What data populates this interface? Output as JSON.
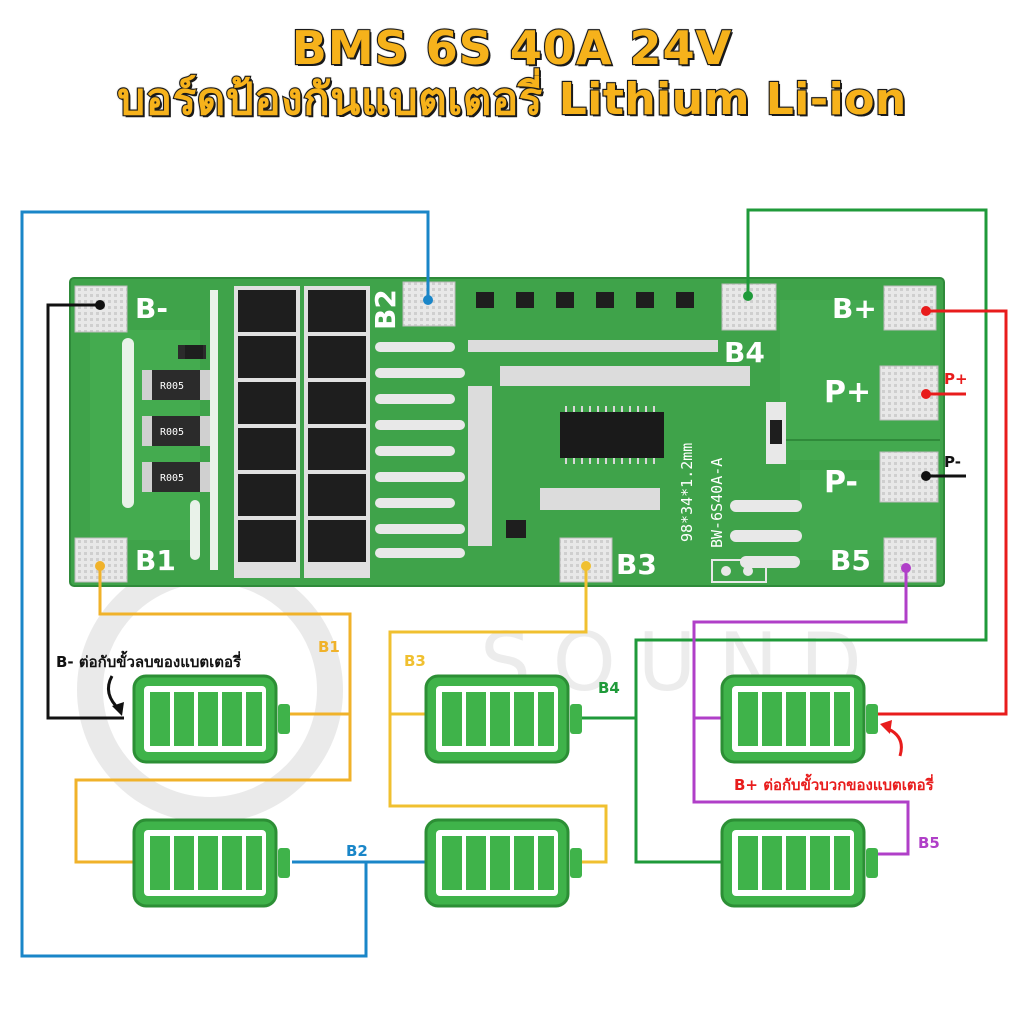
{
  "title": {
    "line1": "BMS 6S 40A 24V",
    "line2": "บอร์ดป้องกันแบตเตอรี่ Lithium Li-ion"
  },
  "board": {
    "pads": {
      "b_minus": "B-",
      "b1": "B1",
      "b2": "B2",
      "b3": "B3",
      "b4": "B4",
      "b5": "B5",
      "b_plus": "B+",
      "p_plus": "P+",
      "p_minus": "P-"
    },
    "resistor_label": "R005",
    "silkscreen_size": "98*34*1.2mm",
    "silkscreen_model": "BW-6S40A-A"
  },
  "wires": {
    "b1": "B1",
    "b2": "B2",
    "b3": "B3",
    "b4": "B4",
    "b5": "B5",
    "p_plus": "P+",
    "p_minus": "P-"
  },
  "notes": {
    "b_minus": "B- ต่อกับขั้วลบของแบตเตอรี่",
    "b_plus": "B+ ต่อกับขั้วบวกของแบตเตอรี่"
  },
  "watermark": "SOUND",
  "colors": {
    "b_minus_wire": "#111111",
    "b1_wire": "#f0b22a",
    "b2_wire": "#1a86c8",
    "b3_wire": "#f0c030",
    "b4_wire": "#1f9a3a",
    "b5_wire": "#b03fc8",
    "b_plus_wire": "#e81c1c",
    "battery_fill": "#3fb34a",
    "pcb": "#3fa34a"
  },
  "icons": [
    "battery-icon",
    "curved-arrow-icon"
  ]
}
